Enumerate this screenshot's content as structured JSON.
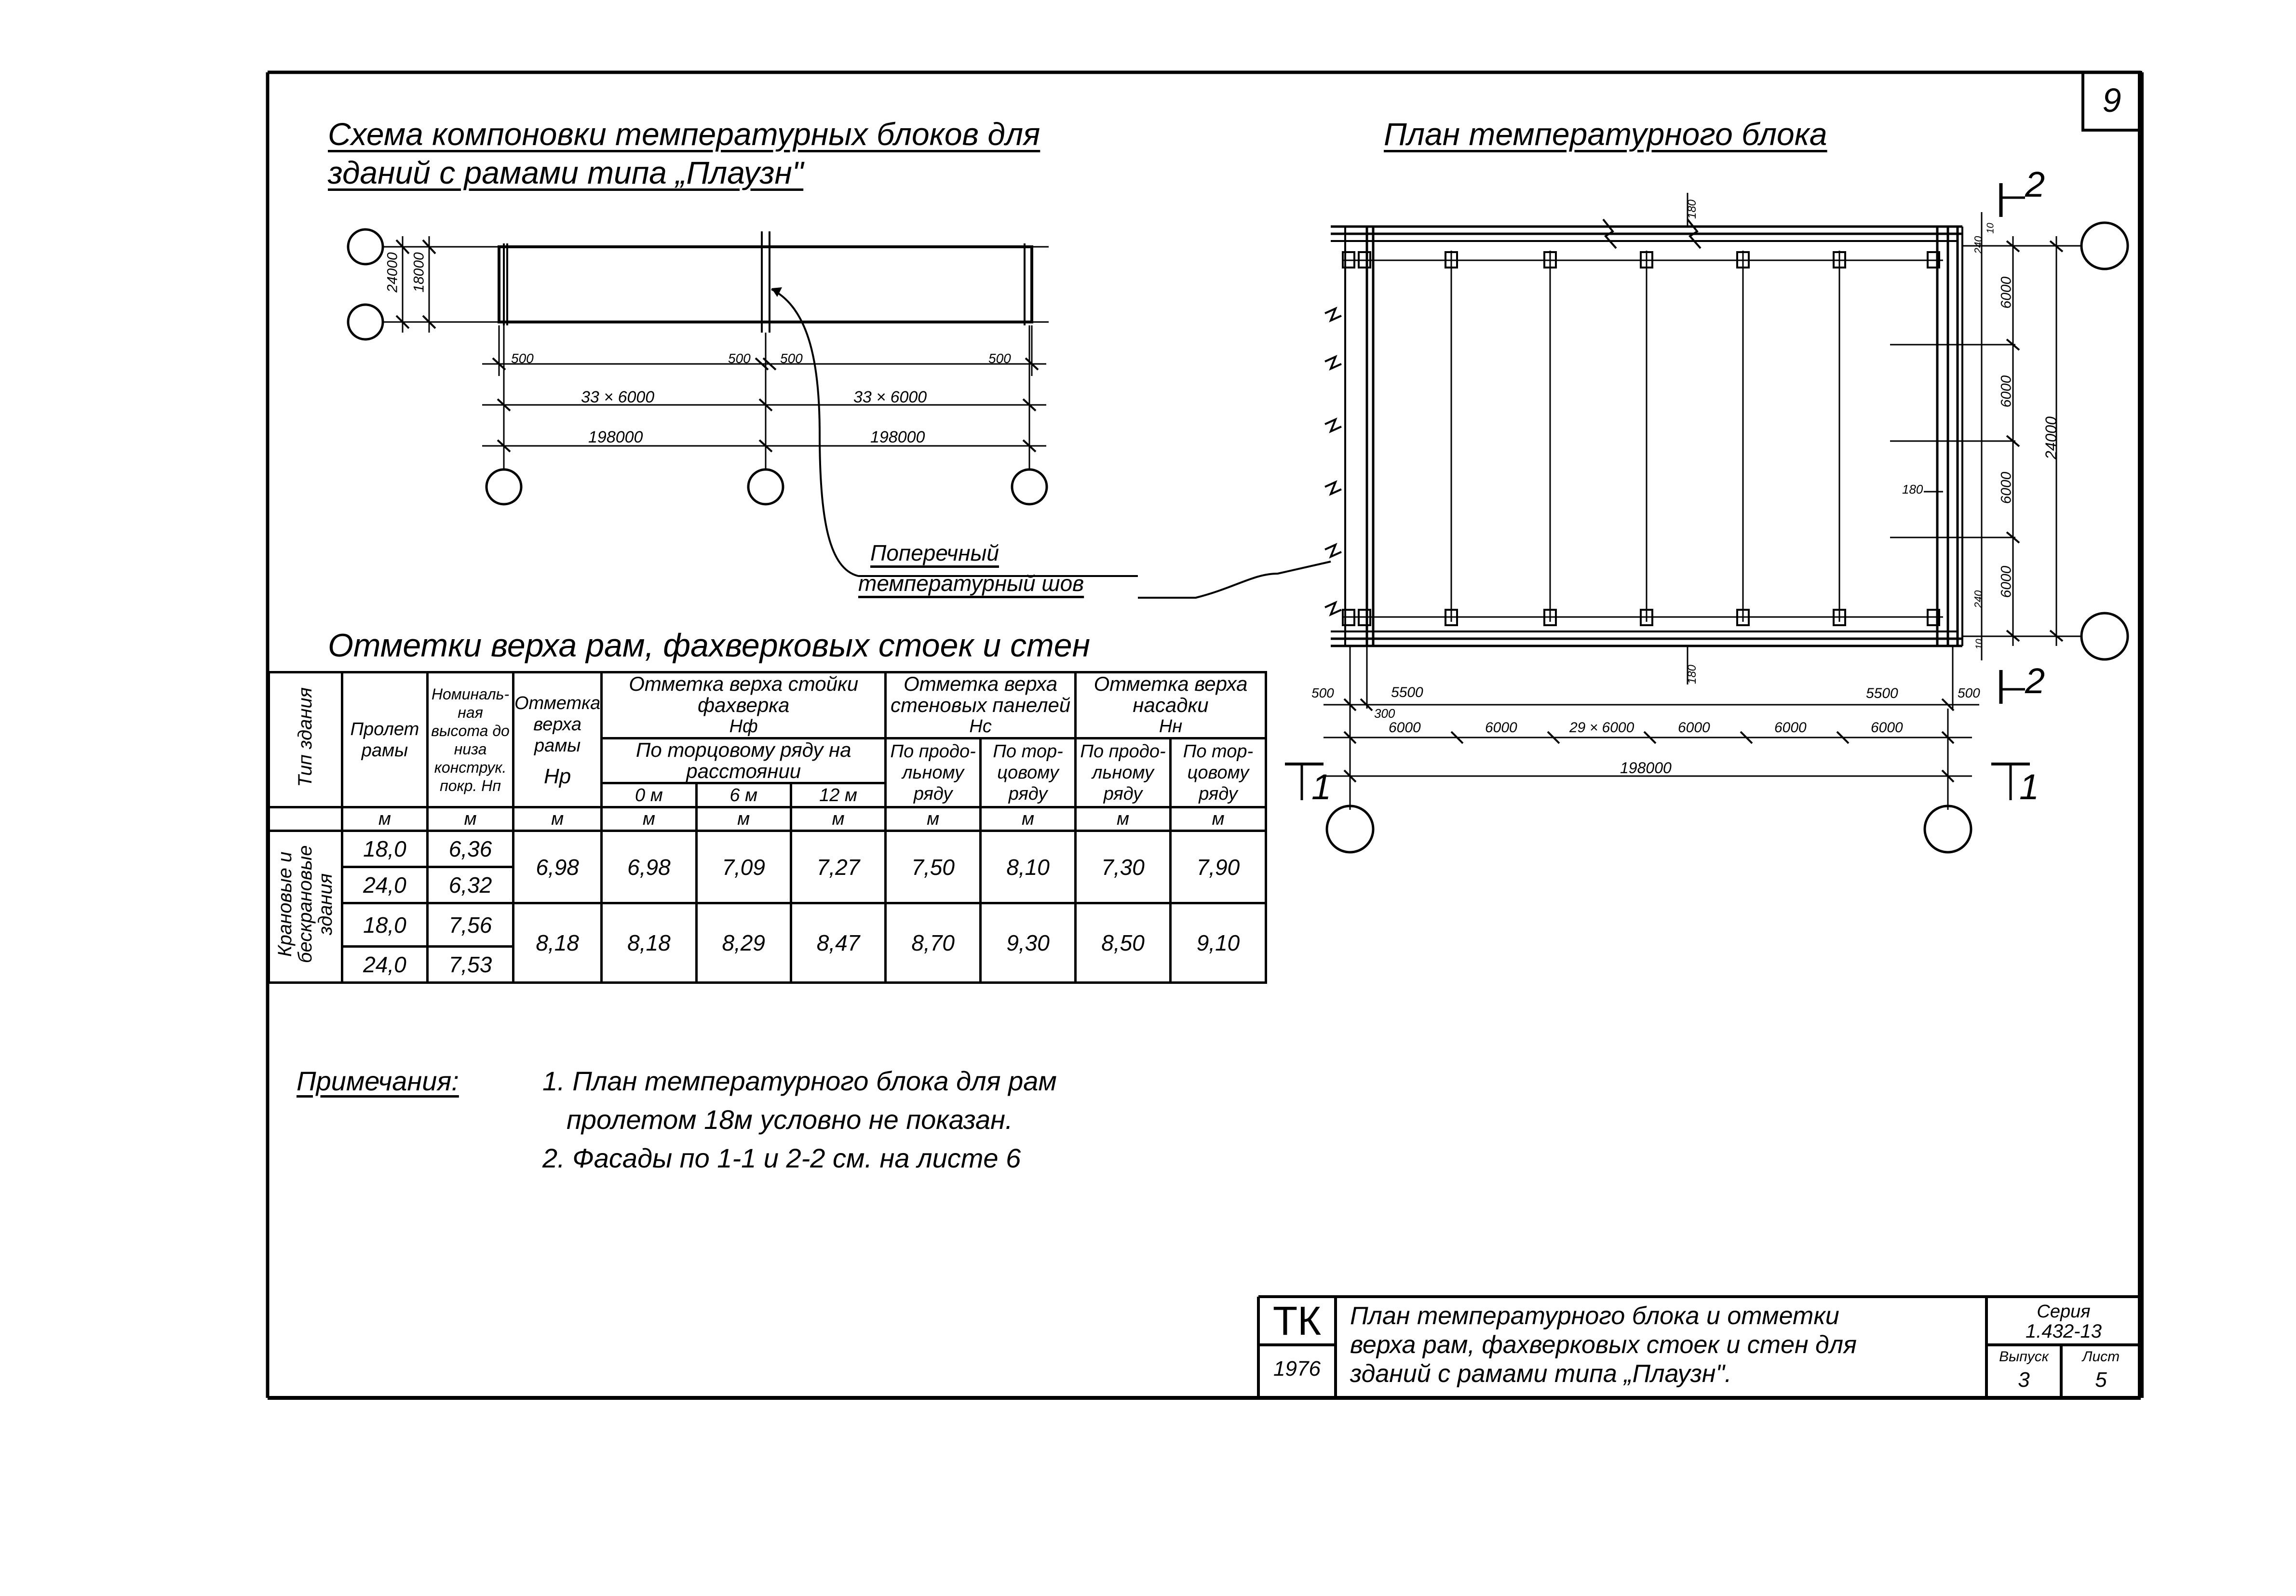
{
  "sheet": {
    "sheet_number": "9"
  },
  "left_scheme": {
    "title_line1": "Схема компоновки температурных блоков для",
    "title_line2": "зданий с рамами типа „Плаузн\"",
    "dims": {
      "h24000": "24000",
      "h18000": "18000",
      "d500a": "500",
      "d500b": "500",
      "d500c": "500",
      "d500d": "500",
      "span_count_left": "33 × 6000",
      "span_count_right": "33 × 6000",
      "total_left": "198000",
      "total_right": "198000"
    },
    "joint_label_line1": "Поперечный",
    "joint_label_line2": "температурный шов"
  },
  "plan": {
    "title": "План температурного блока",
    "section_2": "2",
    "section_1": "1",
    "dims_right": [
      "6000",
      "6000",
      "6000",
      "6000"
    ],
    "dim_total_right": "24000",
    "dim_180_top": "180",
    "dim_180_mid": "180",
    "dim_180_bottom": "180",
    "dim_240_top": "240",
    "dim_240_bottom": "240",
    "dim_10_top": "10",
    "dim_10_bottom": "10",
    "bottom_dims_top_left": [
      "500",
      "5500",
      "300"
    ],
    "bottom_dims_top_right": [
      "5500",
      "500"
    ],
    "bottom_dims": [
      "6000",
      "6000",
      "29 × 6000",
      "6000",
      "6000",
      "6000"
    ],
    "bottom_total": "198000"
  },
  "marks_table": {
    "title": "Отметки верха рам, фахверковых стоек и стен",
    "headers": {
      "type": "Тип здания",
      "span": "Пролет рамы",
      "nominal": "Номиналь-ная высота до низа конструк. покр. Нп",
      "frame_top": "Отметка верха рамы",
      "frame_top_sym": "Нр",
      "post_top": "Отметка верха стойки фахверка",
      "post_sym": "Нф",
      "post_sub": "По торцовому ряду на расстоянии",
      "d0": "0 м",
      "d6": "6 м",
      "d12": "12 м",
      "wall": "Отметка верха стеновых панелей",
      "wall_sym": "Нс",
      "wall_long": "По продо-льному ряду",
      "wall_end": "По тор-цовому ряду",
      "cap": "Отметка верха насадки",
      "cap_sym": "Нн",
      "cap_long": "По продо-льному ряду",
      "cap_end": "По тор-цовому ряду",
      "unit": "м"
    },
    "type_label": "Крановые и бескрановые здания",
    "rows": [
      {
        "span": "18,0",
        "nominal": "6,36"
      },
      {
        "span": "24,0",
        "nominal": "6,32"
      },
      {
        "span": "18,0",
        "nominal": "7,56"
      },
      {
        "span": "24,0",
        "nominal": "7,53"
      }
    ],
    "groups": [
      {
        "hr": "6,98",
        "h0": "6,98",
        "h6": "7,09",
        "h12": "7,27",
        "wl": "7,50",
        "we": "8,10",
        "cl": "7,30",
        "ce": "7,90"
      },
      {
        "hr": "8,18",
        "h0": "8,18",
        "h6": "8,29",
        "h12": "8,47",
        "wl": "8,70",
        "we": "9,30",
        "cl": "8,50",
        "ce": "9,10"
      }
    ]
  },
  "notes": {
    "label": "Примечания:",
    "n1_line1": "1. План температурного блока для рам",
    "n1_line2": "пролетом 18м условно не показан.",
    "n2": "2. Фасады по 1-1 и 2-2 см. на листе 6"
  },
  "title_block": {
    "org": "ТК",
    "year": "1976",
    "description_line1": "План температурного блока и отметки",
    "description_line2": "верха рам, фахверковых стоек и стен для",
    "description_line3": "зданий с рамами типа „Плаузн\".",
    "series_label": "Серия",
    "series_value": "1.432-13",
    "issue_label": "Выпуск",
    "issue_value": "3",
    "sheet_label": "Лист",
    "sheet_value": "5"
  }
}
